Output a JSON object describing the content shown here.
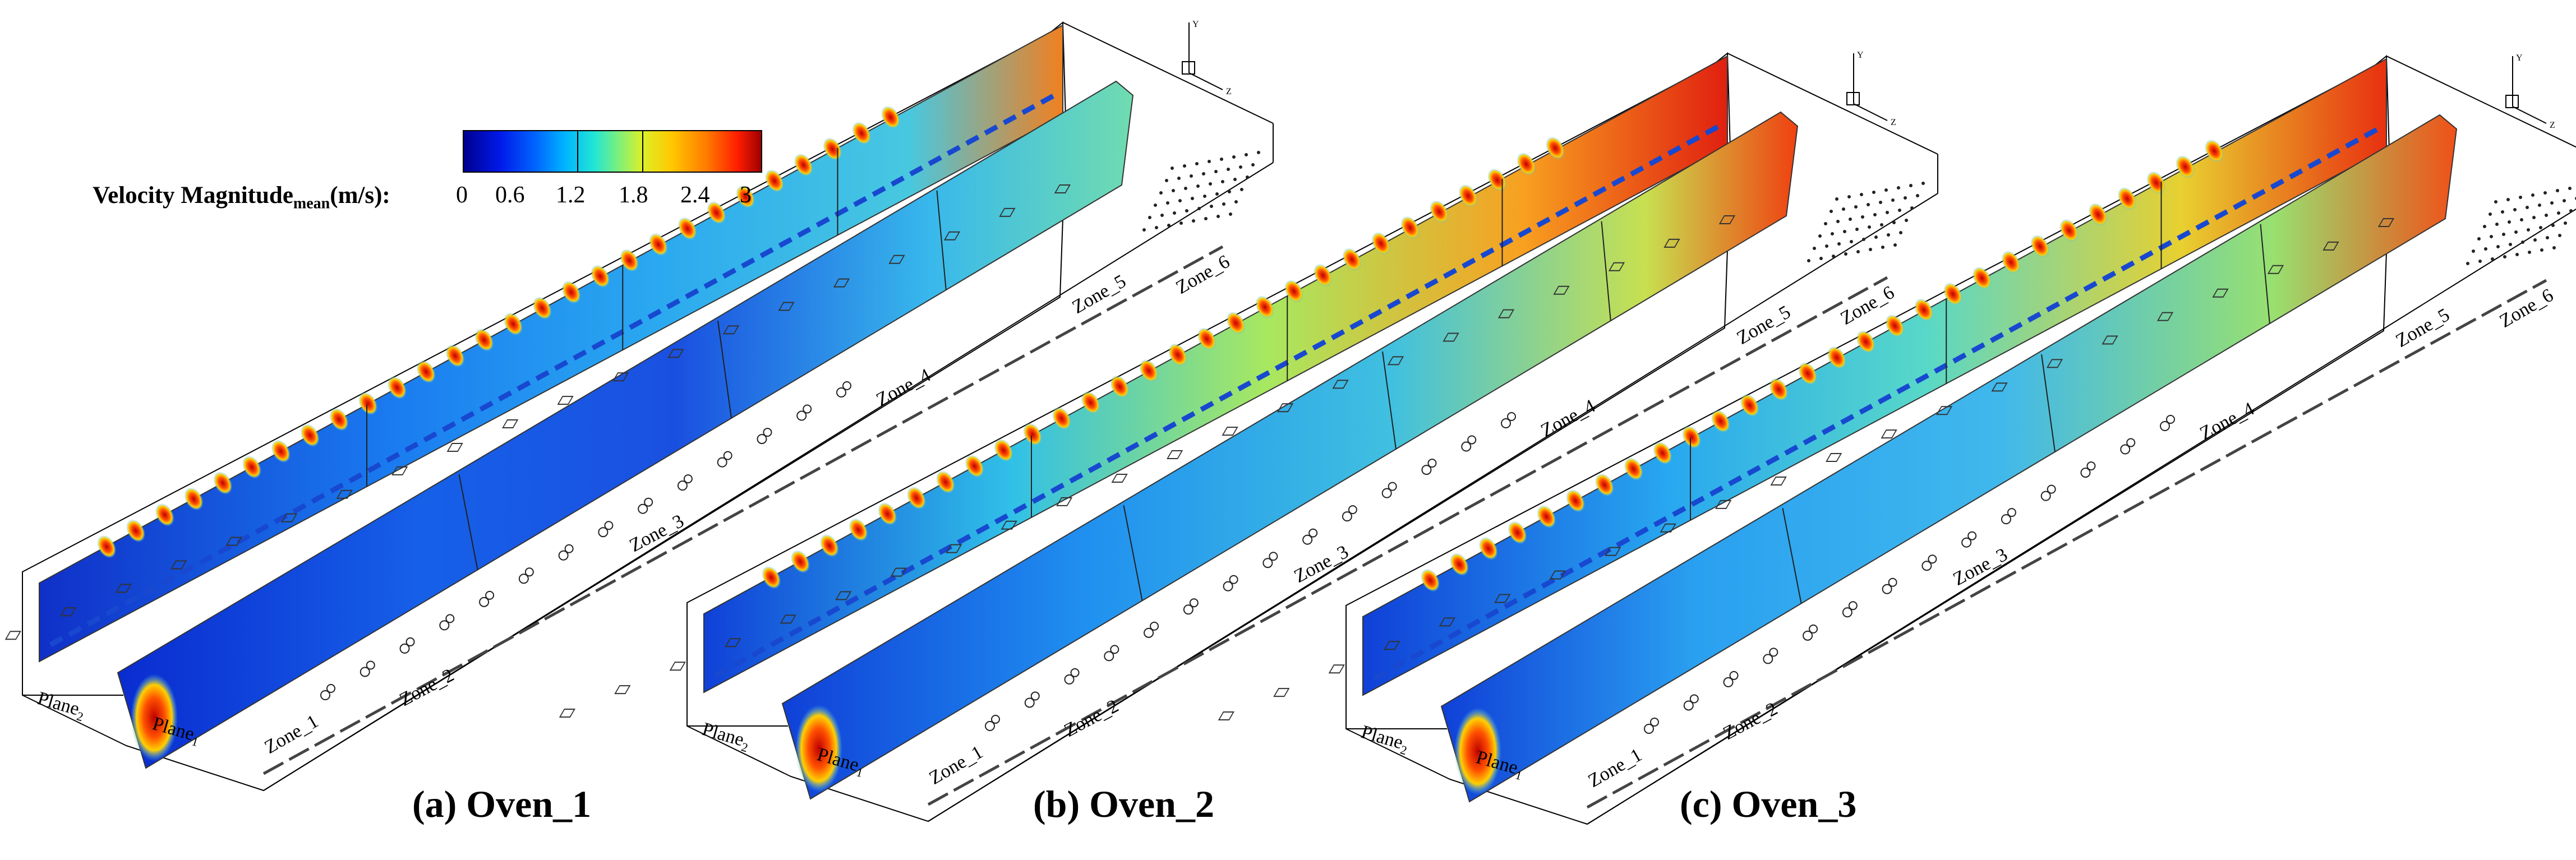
{
  "figure": {
    "panels": [
      {
        "id": "oven1",
        "caption": "(a) Oven_1"
      },
      {
        "id": "oven2",
        "caption": "(b) Oven_2"
      },
      {
        "id": "oven3",
        "caption": "(c) Oven_3"
      }
    ],
    "zone_labels": [
      "Zone_1",
      "Zone_2",
      "Zone_3",
      "Zone_4",
      "Zone_5",
      "Zone_6"
    ],
    "plane1_label": "Plane",
    "plane1_sub": "1",
    "plane2_label": "Plane",
    "plane2_sub": "2",
    "axis_labels": {
      "y": "Y",
      "z": "Z"
    }
  },
  "legend": {
    "title_main": "Velocity Magnitude",
    "title_sub": "mean",
    "title_unit": "(m/s):",
    "ticks": [
      "0",
      "0.6",
      "1.2",
      "1.8",
      "2.4",
      "3"
    ],
    "min": 0,
    "max": 3,
    "colormap": [
      "#00008f",
      "#0018e8",
      "#0064ff",
      "#00b4ff",
      "#22e6d4",
      "#7cf07c",
      "#dcf028",
      "#ffc800",
      "#ff7800",
      "#ff1e00",
      "#a00000"
    ]
  }
}
